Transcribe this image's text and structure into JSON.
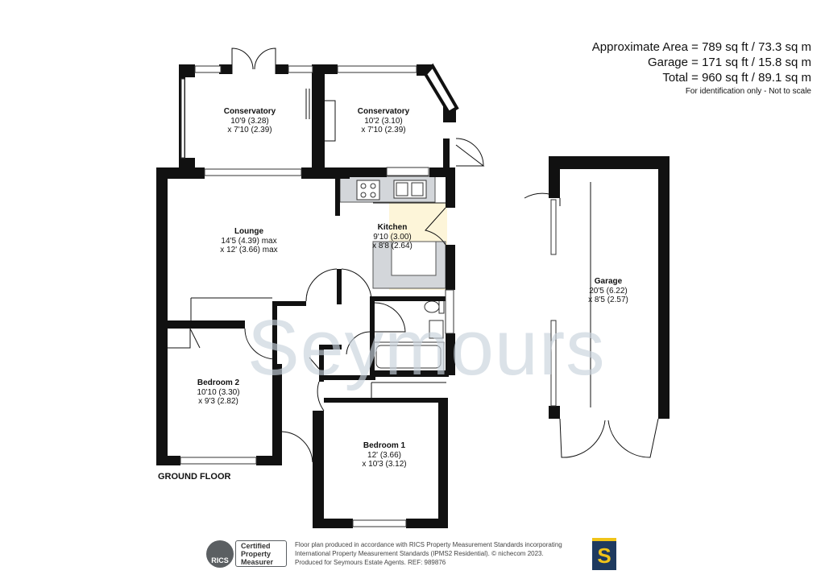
{
  "area_summary": {
    "approximate": "Approximate Area = 789 sq ft / 73.3 sq m",
    "garage": "Garage = 171 sq ft / 15.8 sq m",
    "total": "Total = 960 sq ft / 89.1 sq m",
    "note": "For identification only - Not to scale"
  },
  "rooms": {
    "conservatory_left": {
      "name": "Conservatory",
      "dim1": "10'9 (3.28)",
      "dim2": "x 7'10 (2.39)"
    },
    "conservatory_right": {
      "name": "Conservatory",
      "dim1": "10'2 (3.10)",
      "dim2": "x 7'10 (2.39)"
    },
    "lounge": {
      "name": "Lounge",
      "dim1": "14'5 (4.39) max",
      "dim2": "x 12' (3.66) max"
    },
    "kitchen": {
      "name": "Kitchen",
      "dim1": "9'10 (3.00)",
      "dim2": "x 8'8 (2.64)"
    },
    "bedroom2": {
      "name": "Bedroom 2",
      "dim1": "10'10 (3.30)",
      "dim2": "x 9'3 (2.82)"
    },
    "bedroom1": {
      "name": "Bedroom 1",
      "dim1": "12' (3.66)",
      "dim2": "x 10'3 (3.12)"
    },
    "garage": {
      "name": "Garage",
      "dim1": "20'5 (6.22)",
      "dim2": "x 8'5 (2.57)"
    }
  },
  "floor_label": "GROUND FLOOR",
  "watermark": "Seymours",
  "footer": {
    "rics_badge": "RICS",
    "certified": [
      "Certified",
      "Property",
      "Measurer"
    ],
    "disclaimer_lines": [
      "Floor plan produced in accordance with RICS Property Measurement Standards incorporating",
      "International Property Measurement Standards (IPMS2 Residential).   © nichecom 2023.",
      "Produced for Seymours Estate Agents.   REF:  989876"
    ],
    "logo_letter": "S"
  },
  "colors": {
    "wall": "#111111",
    "fixture_fill": "#d3d6da",
    "watermark": "#c8d3dd",
    "logo_bg": "#1e3a5f",
    "logo_accent": "#f0c419"
  }
}
